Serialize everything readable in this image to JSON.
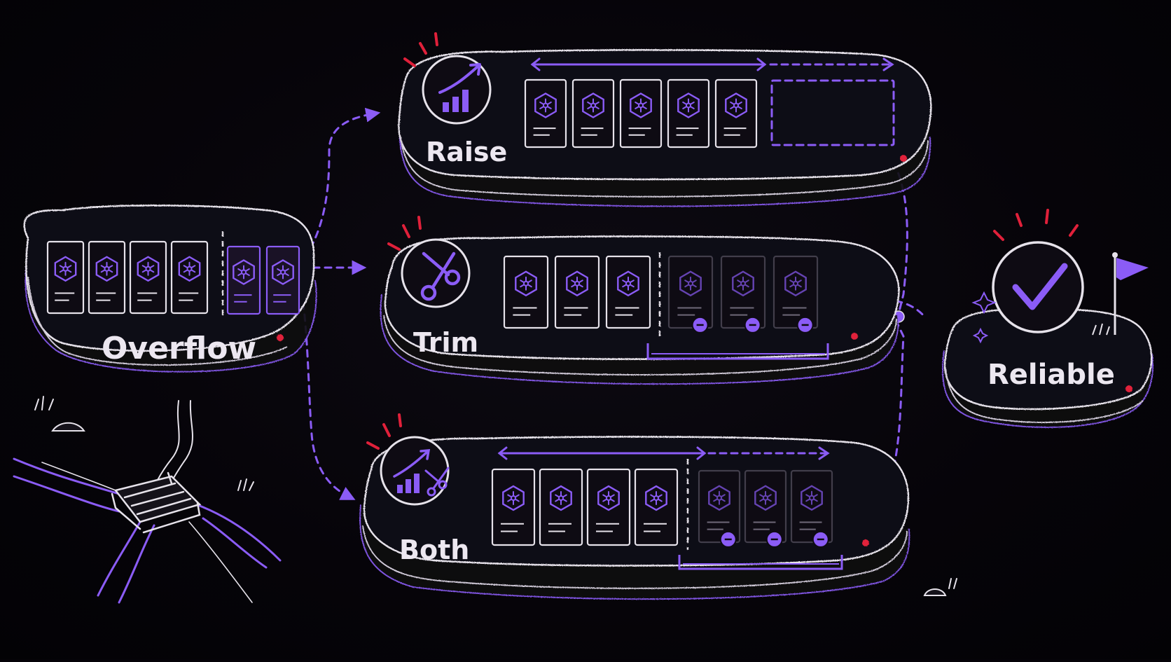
{
  "labels": {
    "overflow": "Overflow",
    "raise": "Raise",
    "trim": "Trim",
    "both": "Both",
    "reliable": "Reliable"
  },
  "colors": {
    "background": "#050308",
    "accent_purple": "#8b5cf6",
    "chalk_white": "#e6e2ea",
    "alert_red": "#e0203a",
    "faded_gray": "#6e6878"
  },
  "icons": {
    "raise": "rising-bar-chart-icon",
    "trim": "scissors-icon",
    "both": "chart-and-scissors-icon",
    "reliable": "checkmark-icon",
    "card": "hexagon-gear-icon"
  },
  "stages": {
    "overflow": {
      "full_cards": 4,
      "overflow_cards": 2
    },
    "raise": {
      "full_cards": 5,
      "extended_empty_slot": true
    },
    "trim": {
      "kept_cards": 3,
      "removed_cards": 3
    },
    "both": {
      "kept_cards": 4,
      "removed_cards": 3,
      "extended_capacity": true
    }
  }
}
